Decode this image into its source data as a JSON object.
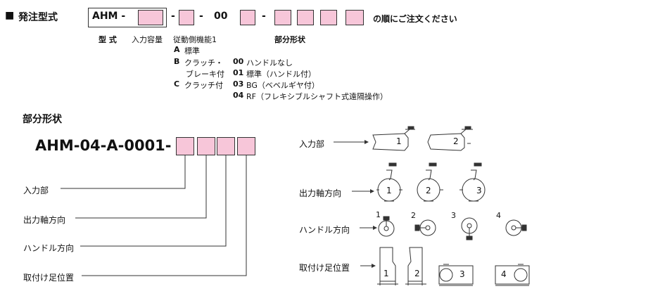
{
  "header": {
    "marker": "■",
    "title": "発注型式",
    "model_prefix": "AHM -",
    "dash1": "-",
    "dash2": "-",
    "code_00": "00",
    "dash3": "-",
    "tail": "の順にご注文ください"
  },
  "legend": {
    "model_label": "型 式",
    "input_capacity": "入力容量",
    "driven_function_title": "従動側機能1",
    "driven_function_items": [
      {
        "code": "A",
        "text": "標準"
      },
      {
        "code": "B",
        "text": "クラッチ・"
      },
      {
        "code": "",
        "text": "ブレーキ付"
      },
      {
        "code": "C",
        "text": "クラッチ付"
      }
    ],
    "part_shape": "部分形状",
    "handle_codes": [
      {
        "code": "00",
        "text": "ハンドルなし"
      },
      {
        "code": "01",
        "text": "標準（ハンドル付）"
      },
      {
        "code": "03",
        "text": "BG（ベベルギヤ付）"
      },
      {
        "code": "04",
        "text": "RF（フレキシブルシャフト式遠隔操作）"
      }
    ]
  },
  "section": {
    "title": "部分形状",
    "model_code": "AHM-04-A-0001-",
    "labels": [
      "入力部",
      "出力軸方向",
      "ハンドル方向",
      "取付け足位置"
    ]
  },
  "diagrams": {
    "rows": [
      {
        "label": "入力部",
        "numbers": [
          "1",
          "2"
        ]
      },
      {
        "label": "出力軸方向",
        "numbers": [
          "1",
          "2",
          "3"
        ]
      },
      {
        "label": "ハンドル方向",
        "numbers": [
          "1",
          "2",
          "3",
          "4"
        ]
      },
      {
        "label": "取付け足位置",
        "numbers": [
          "1",
          "2",
          "3",
          "4"
        ]
      }
    ]
  },
  "colors": {
    "box_fill": "#f7c6d9",
    "line": "#333333"
  }
}
